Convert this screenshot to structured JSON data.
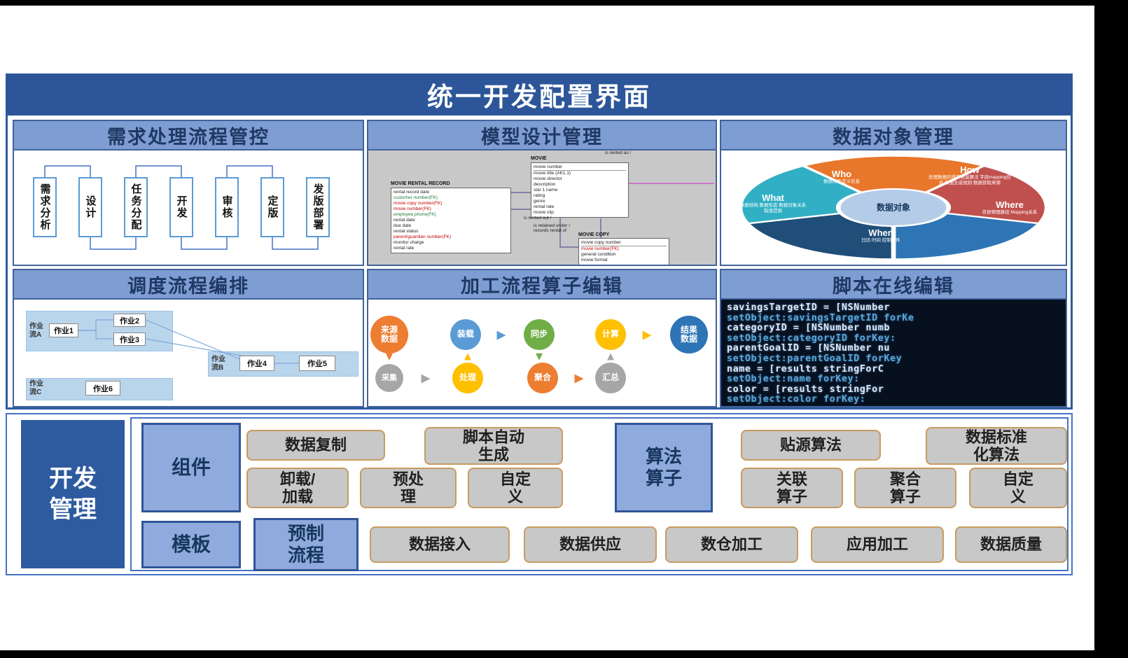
{
  "title": "统一开发配置界面",
  "colors": {
    "accent": "#2E5B9F",
    "panel_header": "#7E9DD2",
    "frame": "#4472C4"
  },
  "panels": {
    "req": {
      "header": "需求处理流程管控",
      "steps": [
        "需求分析",
        "设计",
        "任务分配",
        "开发",
        "审核",
        "定版",
        "发版部署"
      ]
    },
    "model": {
      "header": "模型设计管理",
      "tables": [
        {
          "name": "MOVIE RENTAL RECORD",
          "rows": [
            "rental record date",
            "customer number(FK)",
            "movie copy number(FK)",
            "movie number(FK)",
            "employee phone(FK)",
            "rental date",
            "due date",
            "rental status",
            "parent/guardian number(FK)",
            "monitor charge",
            "rental rate"
          ]
        },
        {
          "name": "MOVIE",
          "rows": [
            "movie number",
            "movie title (AK1.1)",
            "movie director",
            "description",
            "star 1 name",
            "rating",
            "genre",
            "rental rate",
            "movie clip"
          ]
        },
        {
          "name": "MOVIE COPY",
          "rows": [
            "movie copy number",
            "movie number(FK)",
            "general condition",
            "movie format"
          ]
        }
      ],
      "edge_labels": [
        "is rented out /",
        "is rented as /",
        "is retained under /",
        "records rental of"
      ]
    },
    "dataobj": {
      "header": "数据对象管理",
      "center": "数据对象",
      "segments": [
        {
          "name": "Who",
          "desc": "数据对象定义信息",
          "color": "#E8762B"
        },
        {
          "name": "How",
          "desc": "处理数据的排序筛选算法 字段mapping信息 数值生成规则 数据获取来源",
          "color": "#C0504D"
        },
        {
          "name": "Where",
          "desc": "存放物理路径 Mapping关系",
          "color": "#2E75B6"
        },
        {
          "name": "When",
          "desc": "日历 时间 控制条件",
          "color": "#1F4E79"
        },
        {
          "name": "What",
          "desc": "数据结构 数据形态 数据对象关系 取值范围",
          "color": "#31AFC4"
        }
      ]
    },
    "sched": {
      "header": "调度流程编排",
      "flows": [
        {
          "label": "作业\n流A",
          "jobs": [
            "作业1",
            "作业2",
            "作业3"
          ]
        },
        {
          "label": "作业\n流B",
          "jobs": [
            "作业4",
            "作业5"
          ]
        },
        {
          "label": "作业\n流C",
          "jobs": [
            "作业6"
          ]
        }
      ]
    },
    "ops": {
      "header": "加工流程算子编辑",
      "top": [
        {
          "label": "来源\n数据",
          "color": "#ED7D31"
        },
        {
          "label": "装载",
          "color": "#5B9BD5"
        },
        {
          "label": "同步",
          "color": "#70AD47"
        },
        {
          "label": "计算",
          "color": "#FFC000"
        },
        {
          "label": "结果\n数据",
          "color": "#2E75B6"
        }
      ],
      "bottom": [
        {
          "label": "采集",
          "color": "#A6A6A6"
        },
        {
          "label": "处理",
          "color": "#FFC000"
        },
        {
          "label": "聚合",
          "color": "#ED7D31"
        },
        {
          "label": "汇总",
          "color": "#A6A6A6"
        }
      ]
    },
    "script": {
      "header": "脚本在线编辑",
      "lines": [
        "savingsTargetID = [NSNumber",
        "setObject:savingsTargetID forKe",
        "categoryID = [NSNumber numb",
        "setObject:categoryID forKey:",
        "parentGoalID = [NSNumber nu",
        "setObject:parentGoalID forKey",
        "name = [results stringForC",
        "setObject:name forKey:",
        "color = [results stringFor",
        "setObject:color forKey:"
      ]
    }
  },
  "bottom": {
    "side_label": "开发\n管理",
    "component": {
      "label": "组件",
      "row1": [
        "数据复制",
        "脚本自动\n生成"
      ],
      "row2": [
        "卸载/\n加载",
        "预处\n理",
        "自定\n义"
      ]
    },
    "algorithm": {
      "label": "算法\n算子",
      "row1": [
        "贴源算法",
        "数据标准\n化算法"
      ],
      "row2": [
        "关联\n算子",
        "聚合\n算子",
        "自定\n义"
      ]
    },
    "template": {
      "label": "模板",
      "sub": "预制\n流程",
      "buttons": [
        "数据接入",
        "数据供应",
        "数仓加工",
        "应用加工",
        "数据质量"
      ]
    }
  }
}
